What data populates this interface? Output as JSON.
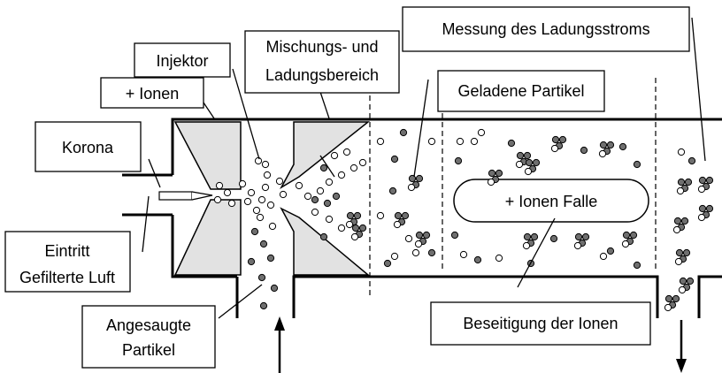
{
  "labels": {
    "korona": "Korona",
    "ionen": "+ Ionen",
    "injektor": "Injektor",
    "mischung_line1": "Mischungs- und",
    "mischung_line2": "Ladungsbereich",
    "messung": "Messung des Ladungsstroms",
    "geladene": "Geladene Partikel",
    "falle": "+ Ionen Falle",
    "eintritt_line1": "Eintritt",
    "eintritt_line2": "Gefilterte Luft",
    "angesaugte_line1": "Angesaugte",
    "angesaugte_line2": "Partikel",
    "beseitigung": "Beseitigung der Ionen"
  },
  "colors": {
    "line": "#000000",
    "block_fill": "#e2e2e2",
    "particle_fill": "#6f6f6f",
    "ion_fill": "#ffffff"
  }
}
